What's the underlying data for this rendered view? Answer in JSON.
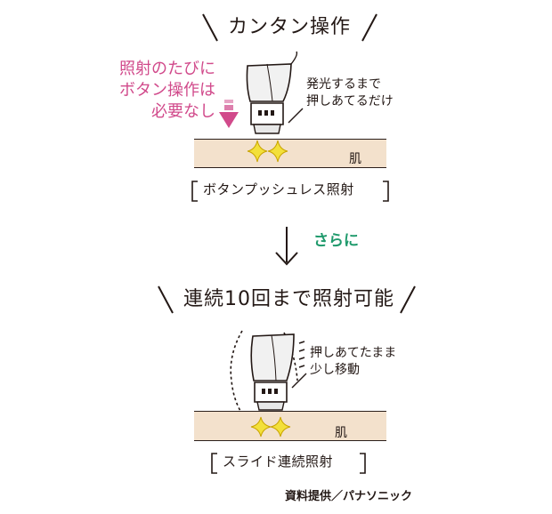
{
  "section1": {
    "heading": "カンタン操作",
    "pink_lines": [
      "照射のたびに",
      "ボタン操作は",
      "必要なし"
    ],
    "note_lines": [
      "発光するまで",
      "押しあてるだけ"
    ],
    "skin_label": "肌",
    "caption": "ボタンプッシュレス照射"
  },
  "transition_label": "さらに",
  "section2": {
    "heading": "連続10回まで照射可能",
    "note_lines": [
      "押しあてたまま",
      "少し移動"
    ],
    "skin_label": "肌",
    "caption": "スライド連続照射"
  },
  "source": "資料提供／パナソニック",
  "colors": {
    "pink": "#d14a8b",
    "green": "#1f9a6c",
    "skin": "#f3e1cc",
    "sparkle": "#f3e03a"
  },
  "icons": [
    "sparkle-icon",
    "down-arrow-icon",
    "device-icon"
  ]
}
